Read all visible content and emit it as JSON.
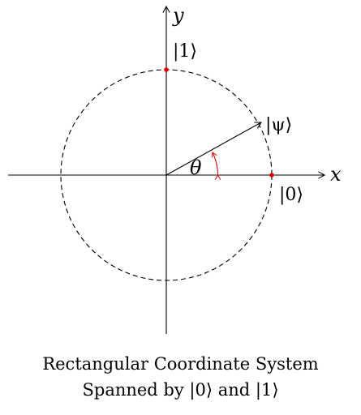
{
  "axes": {
    "x_label": "x",
    "y_label": "y"
  },
  "states": {
    "one_label": "|1⟩",
    "zero_label": "|0⟩",
    "psi_label": "|ψ⟩"
  },
  "angle": {
    "label": "θ"
  },
  "caption": {
    "line1": "Rectangular Coordinate System",
    "line2": "Spanned by |0⟩ and |1⟩"
  },
  "colors": {
    "axis": "#000000",
    "circle": "#000000",
    "marker": "#e00000",
    "angle_arc": "#e00000"
  }
}
